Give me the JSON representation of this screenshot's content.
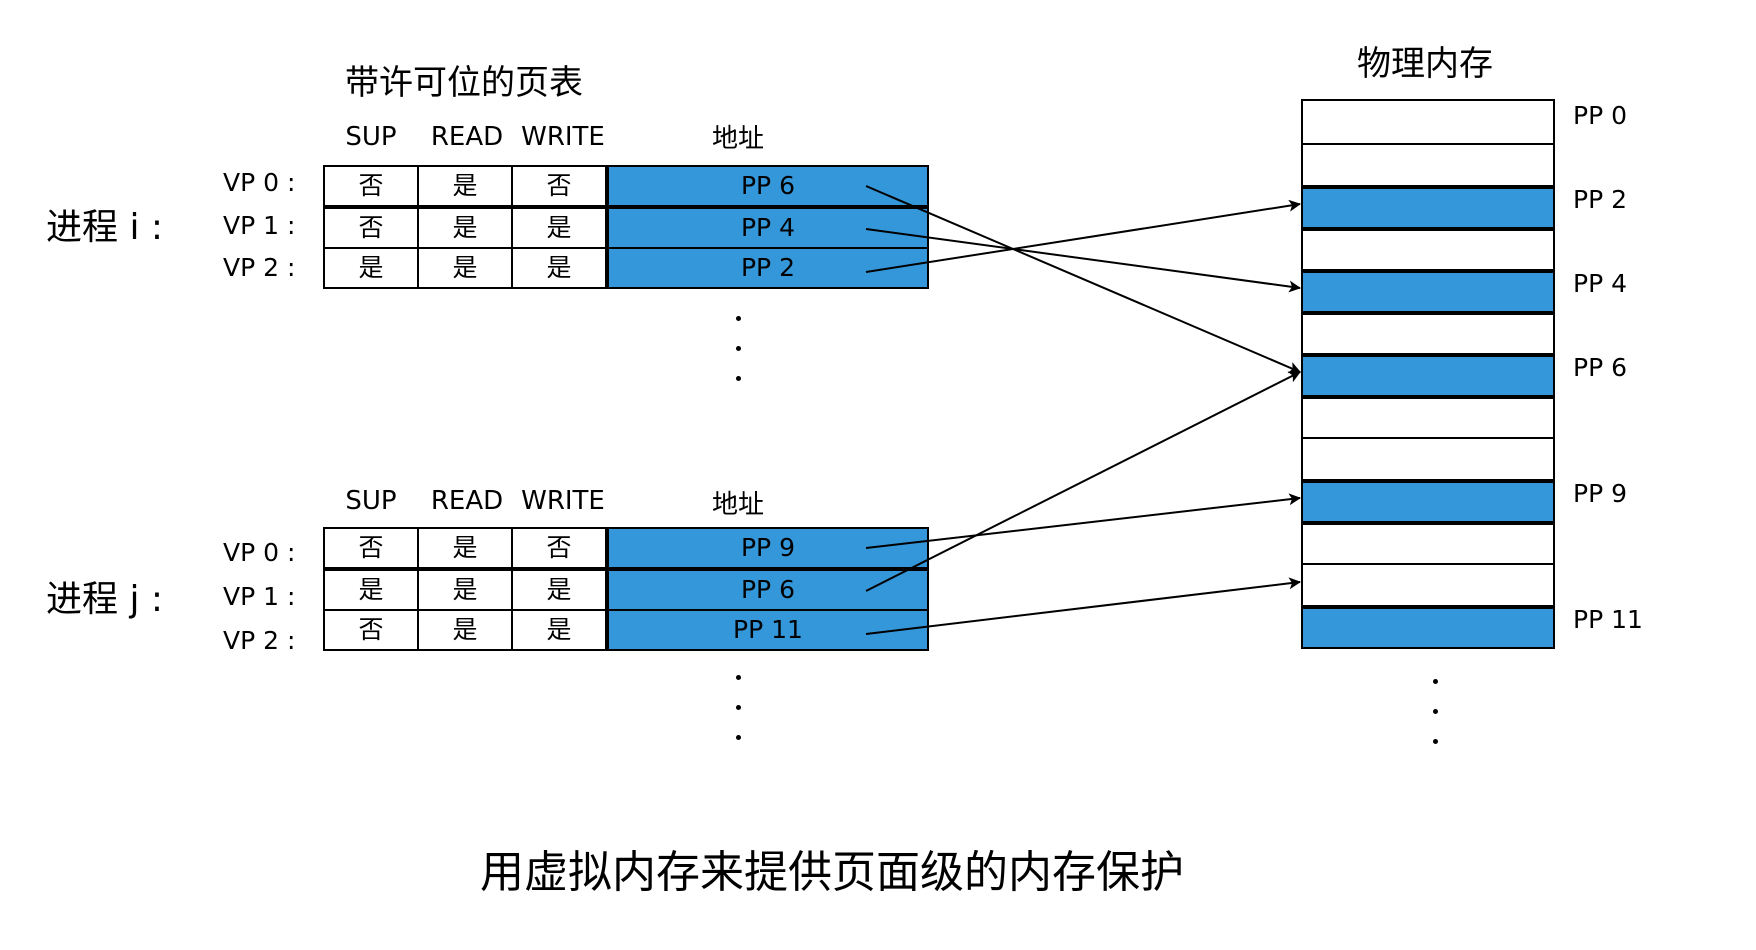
{
  "page_table_title": "带许可位的页表",
  "physical_memory_title": "物理内存",
  "caption": "用虚拟内存来提供页面级的内存保护",
  "column_headers": {
    "sup": "SUP",
    "read": "READ",
    "write": "WRITE",
    "address": "地址"
  },
  "colors": {
    "page_frame_blue": "#3497da",
    "line": "#000000"
  },
  "processes": [
    {
      "label": "进程 i :",
      "entries": [
        {
          "vp": "VP 0 :",
          "sup": "否",
          "read": "是",
          "write": "否",
          "address": "PP 6",
          "target_pp": 6
        },
        {
          "vp": "VP 1 :",
          "sup": "否",
          "read": "是",
          "write": "是",
          "address": "PP 4",
          "target_pp": 4
        },
        {
          "vp": "VP 2 :",
          "sup": "是",
          "read": "是",
          "write": "是",
          "address": "PP 2",
          "target_pp": 2
        }
      ],
      "ellipsis": "⋮"
    },
    {
      "label": "进程 j :",
      "entries": [
        {
          "vp": "VP 0 :",
          "sup": "否",
          "read": "是",
          "write": "否",
          "address": "PP 9",
          "target_pp": 9
        },
        {
          "vp": "VP 1 :",
          "sup": "是",
          "read": "是",
          "write": "是",
          "address": "PP 6",
          "target_pp": 6
        },
        {
          "vp": "VP 2 :",
          "sup": "否",
          "read": "是",
          "write": "是",
          "address": "PP 11",
          "target_pp": 11
        }
      ],
      "ellipsis": "⋮"
    }
  ],
  "physical_memory": {
    "rows": [
      {
        "used": false,
        "label": "PP 0"
      },
      {
        "used": false,
        "label": ""
      },
      {
        "used": true,
        "label": "PP 2"
      },
      {
        "used": false,
        "label": ""
      },
      {
        "used": true,
        "label": "PP 4"
      },
      {
        "used": false,
        "label": ""
      },
      {
        "used": true,
        "label": "PP 6"
      },
      {
        "used": false,
        "label": ""
      },
      {
        "used": false,
        "label": ""
      },
      {
        "used": true,
        "label": "PP 9"
      },
      {
        "used": false,
        "label": ""
      },
      {
        "used": false,
        "label": ""
      },
      {
        "used": true,
        "label": "PP 11"
      }
    ]
  },
  "mappings": [
    {
      "from": "i.VP 0",
      "to": "PP 6"
    },
    {
      "from": "i.VP 1",
      "to": "PP 4"
    },
    {
      "from": "i.VP 2",
      "to": "PP 2"
    },
    {
      "from": "j.VP 0",
      "to": "PP 9"
    },
    {
      "from": "j.VP 1",
      "to": "PP 6"
    },
    {
      "from": "j.VP 2",
      "to": "PP 11"
    }
  ]
}
